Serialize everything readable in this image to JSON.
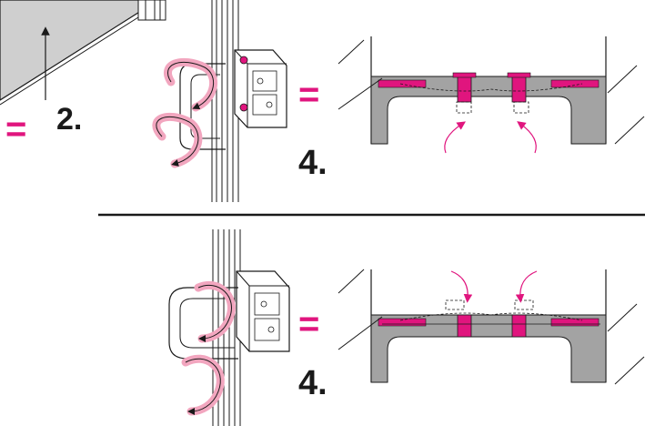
{
  "colors": {
    "accent": "#e0157e",
    "accent_light": "#f2a6bf",
    "panel_gray": "#a3a3a3",
    "wall_gray": "#cfcfcf",
    "line": "#1a1a1a"
  },
  "labels": {
    "step_top_left": "2.",
    "step_top_right": "4.",
    "step_bottom": "4.",
    "equals": "="
  },
  "icons": [
    "rotate-arrow-icon",
    "insert-arrow-icon",
    "up-arrow-icon"
  ]
}
